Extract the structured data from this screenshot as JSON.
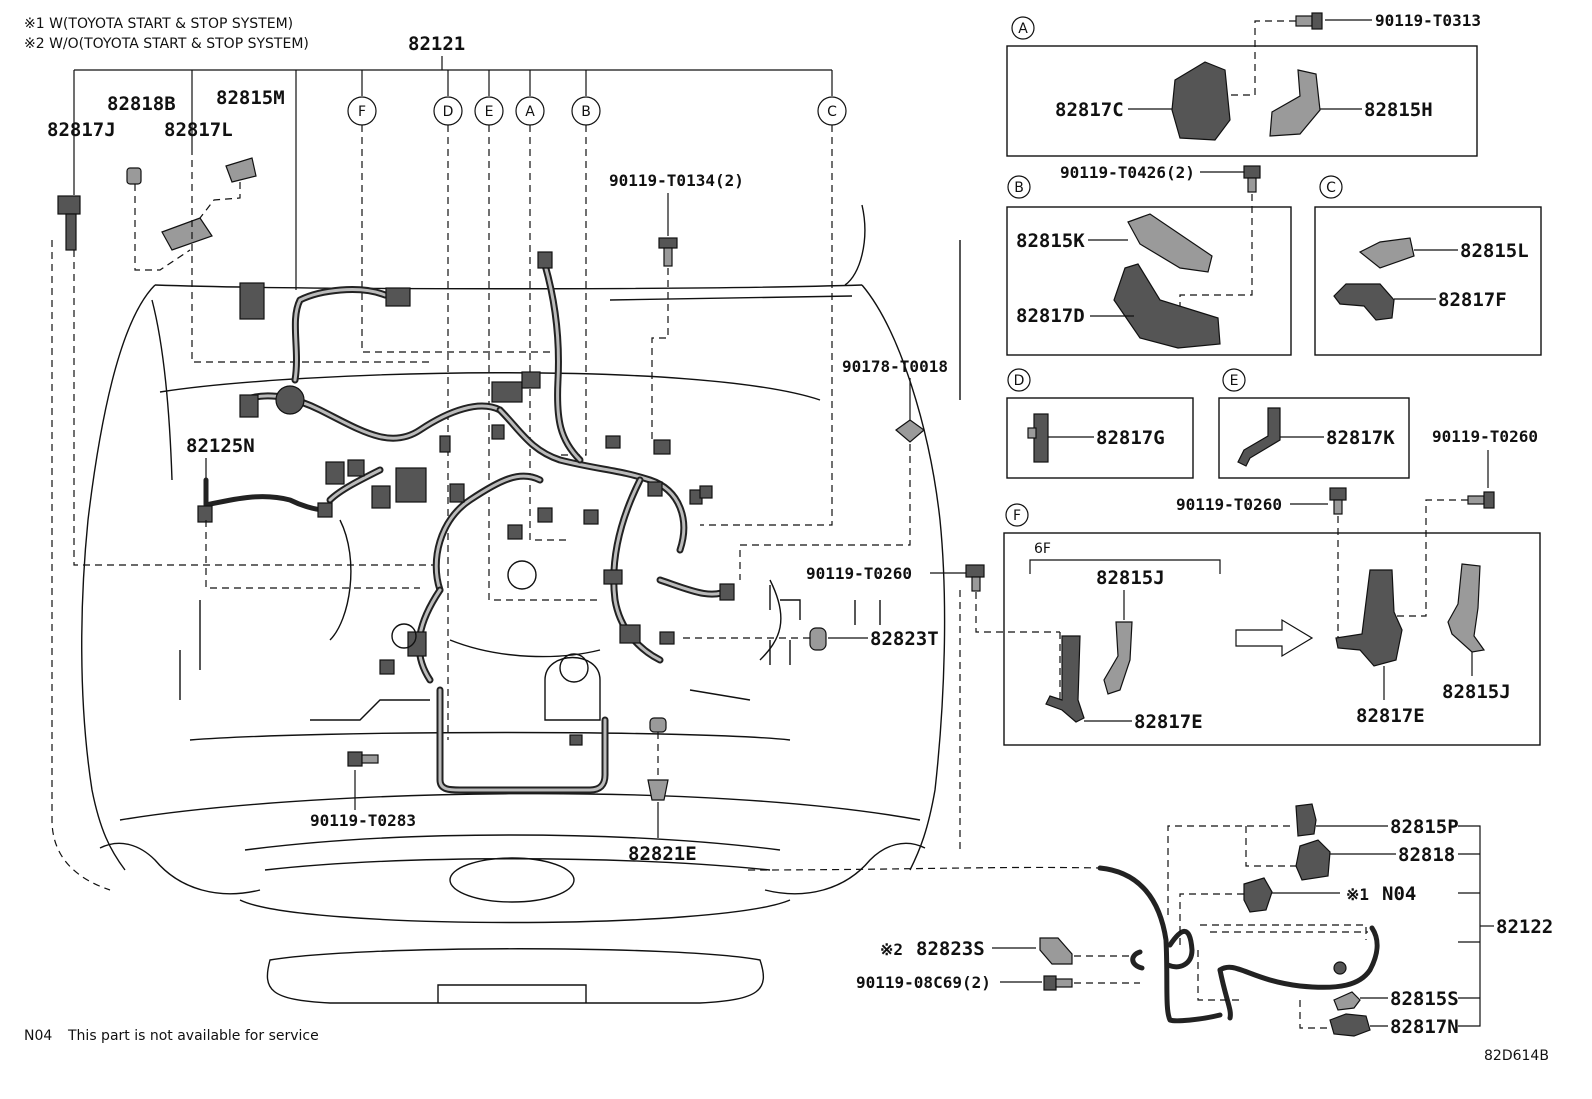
{
  "notes": {
    "note1": "※1 W(TOYOTA START & STOP SYSTEM)",
    "note2": "※2 W/O(TOYOTA START & STOP SYSTEM)"
  },
  "main": {
    "harness": "82121",
    "circles": [
      "F",
      "D",
      "E",
      "A",
      "B",
      "C"
    ],
    "parts": {
      "p82817J": "82817J",
      "p82818B": "82818B",
      "p82815M": "82815M",
      "p82817L": "82817L",
      "p90119T0134": "90119-T0134(2)",
      "p82125N": "82125N",
      "p90178T0018": "90178-T0018",
      "p90119T0260": "90119-T0260",
      "p82823T": "82823T",
      "p90119T0283": "90119-T0283",
      "p82821E": "82821E"
    }
  },
  "detail_a": {
    "circle": "A",
    "p1": "82817C",
    "p2": "82815H",
    "bolt": "90119-T0313"
  },
  "detail_b": {
    "circle": "B",
    "bolt": "90119-T0426(2)",
    "p1": "82815K",
    "p2": "82817D"
  },
  "detail_c": {
    "circle": "C",
    "p1": "82815L",
    "p2": "82817F"
  },
  "detail_d": {
    "circle": "D",
    "p1": "82817G"
  },
  "detail_e": {
    "circle": "E",
    "p1": "82817K"
  },
  "detail_f": {
    "circle": "F",
    "bolt_left": "90119-T0260",
    "bolt_right": "90119-T0260",
    "bolt_center": "90119-T0260",
    "group": "6F",
    "p1": "82815J",
    "p2": "82817E",
    "p3": "82817E",
    "p4": "82815J"
  },
  "sub_harness": {
    "assembly": "82122",
    "p1": "82815P",
    "p2": "82818",
    "p3_mark": "※1",
    "p3": "N04",
    "p4_mark": "※2",
    "p4": "82823S",
    "p5": "90119-08C69(2)",
    "p6": "82815S",
    "p7": "82817N"
  },
  "footer": {
    "code": "N04",
    "note": "This part is not available for service",
    "diagram_id": "82D614B"
  }
}
